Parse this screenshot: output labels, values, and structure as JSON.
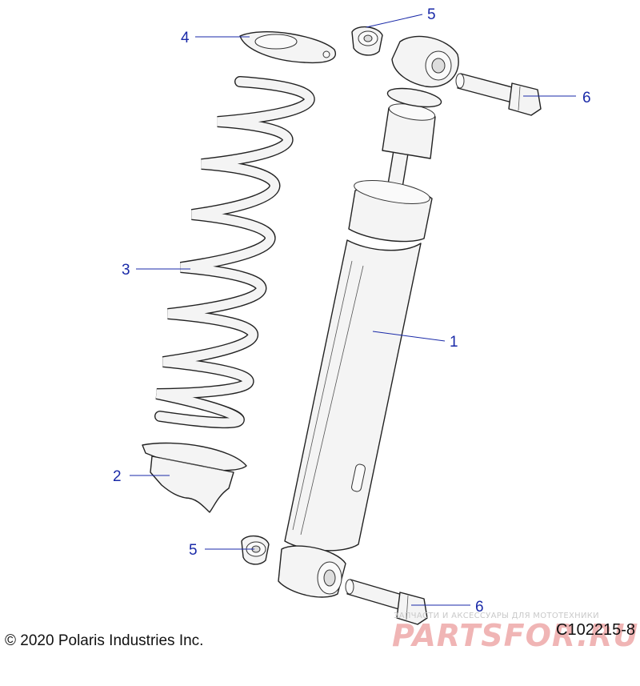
{
  "callouts": {
    "damper": "1",
    "spring_retainer_lower": "2",
    "coil_spring": "3",
    "spring_retainer_upper": "4",
    "bushing_top": "5",
    "bushing_bottom": "5",
    "bolt_top": "6",
    "bolt_bottom": "6"
  },
  "footer": {
    "copyright": "© 2020 Polaris Industries Inc.",
    "diagram_code": "C102215-8"
  },
  "watermark": {
    "tagline": "ЗАПЧАСТИ И АКСЕССУАРЫ ДЛЯ МОТОТЕХНИКИ",
    "brand": "PARTSFOR.RU"
  },
  "colors": {
    "callout": "#1a2aa8",
    "line_art": "#222222",
    "watermark": "#f0b5b5"
  }
}
